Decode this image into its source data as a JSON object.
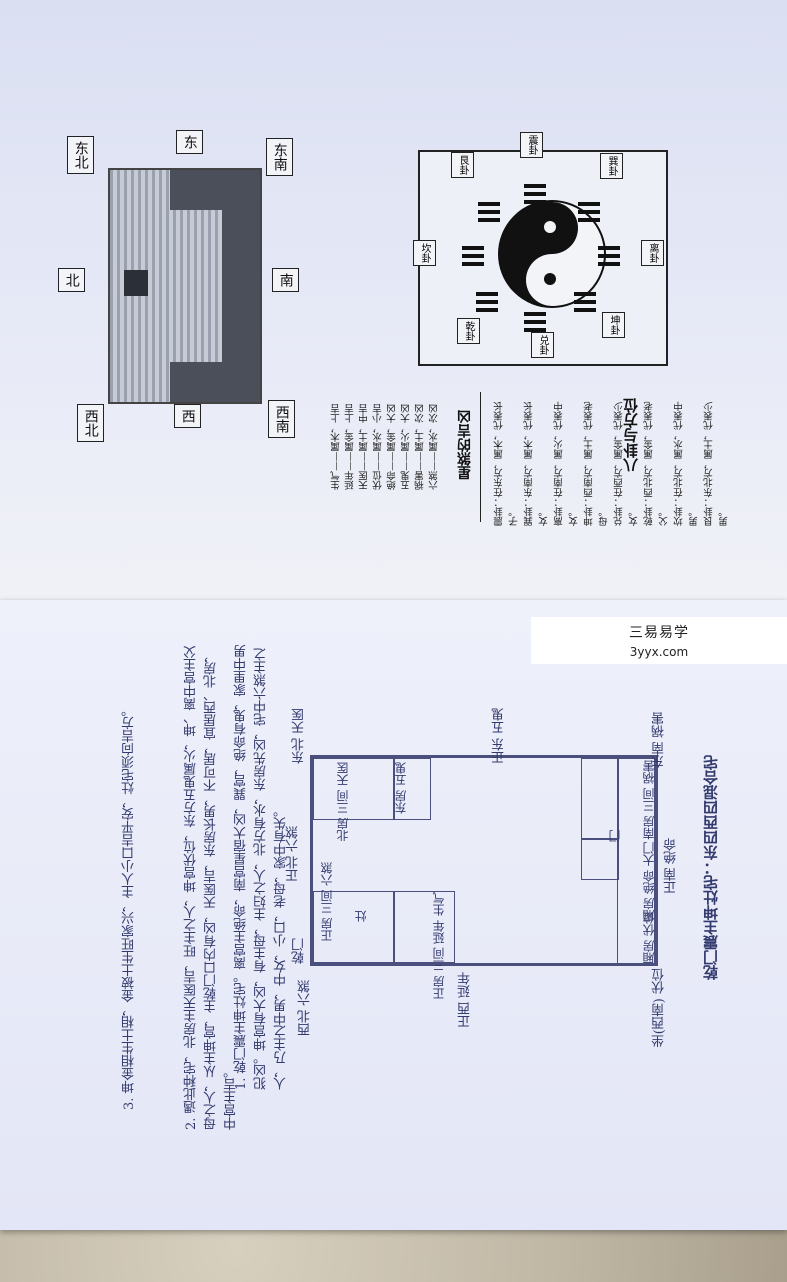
{
  "top_page": {
    "compass": {
      "dongnan": "东南",
      "dong": "东",
      "dongbei": "东北",
      "nan": "南",
      "bei": "北",
      "xinan": "西南",
      "xi": "西",
      "xibei": "西北"
    },
    "bagua_title": "八卦与方位",
    "bagua_labels": {
      "zhen": "震卦",
      "xun": "巽卦",
      "li": "离卦",
      "kun": "坤卦",
      "dui": "兑卦",
      "qian": "乾卦",
      "kan": "坎卦",
      "gen": "艮卦"
    },
    "bagua_lines": [
      "震卦：在东方，属木，代表长子。",
      "巽卦：东南方，属木，代表长女。",
      "离卦：在南方，属火，代表中女。",
      "坤卦：西南方，属土，代表老母。",
      "兑卦：在西方，属金，代表少女。",
      "乾卦：西北方，属金，代表老父。",
      "坎卦：在北方，属水，代表中男。",
      "艮卦：东北方，属土，代表少男。"
    ],
    "star_title": "星煞的吉凶",
    "star_lines": [
      "生气——属木，上吉",
      "延年——属金，上吉",
      "天医——属土，中吉",
      "伏位——属水，小吉",
      "绝命——属金，大凶",
      "五鬼——属火，大凶",
      "祸害——属土，次凶",
      "六煞——属水，次凶"
    ]
  },
  "watermark": {
    "line1": "三易易学",
    "line2": "3yyx.com"
  },
  "bottom_page": {
    "title": "乾门震主坤灶宅：东四西四混合宅",
    "plan_labels": {
      "top_left": "东南 祸害",
      "top_center": "正南 绝命",
      "top_right": "坐(西南) 伏位",
      "right_center": "正西 延年",
      "bottom_right": "西北 六煞",
      "bottom_left": "东北 天医",
      "left_center": "正东 五鬼",
      "bottom_center": "正北 六煞",
      "gate": "乾门",
      "door_label": "门",
      "room_1": "南房 三间 祸害",
      "room_2": "厢房 绝命 大门",
      "room_3": "厢房 伏位",
      "room_4": "正房 三间 延年 生气",
      "room_5": "东房 五鬼",
      "room_6": "北房 三间 天医",
      "room_7": "正房 三间 六煞",
      "room_8": "灶"
    },
    "notes": [
      "1. 乾门震主坤灶宅。离宫主绝命，南宫星宿大凶，巽宫，绝命有鬼，家里中男犯凶。坤宫有大凶，有主母，主妇之人，北方有水，东房先凶，宅中六煞主之人，乃主之中男，中女，小口，老母，家中有失。",
      "2. 遇此种宅，北房主天医吉，旺主之人，坤宫伏位，东方五鬼属火，坤、离中宫主父母之人，从主坤宫，主乾门口内有凶，天医吉，东房长男，不可居，宜居西、北房，中宫主吉。",
      "3. 坤金相生土相，金被土生旺家兴，主人小口吉平安，灶宅须向吉方。"
    ]
  }
}
